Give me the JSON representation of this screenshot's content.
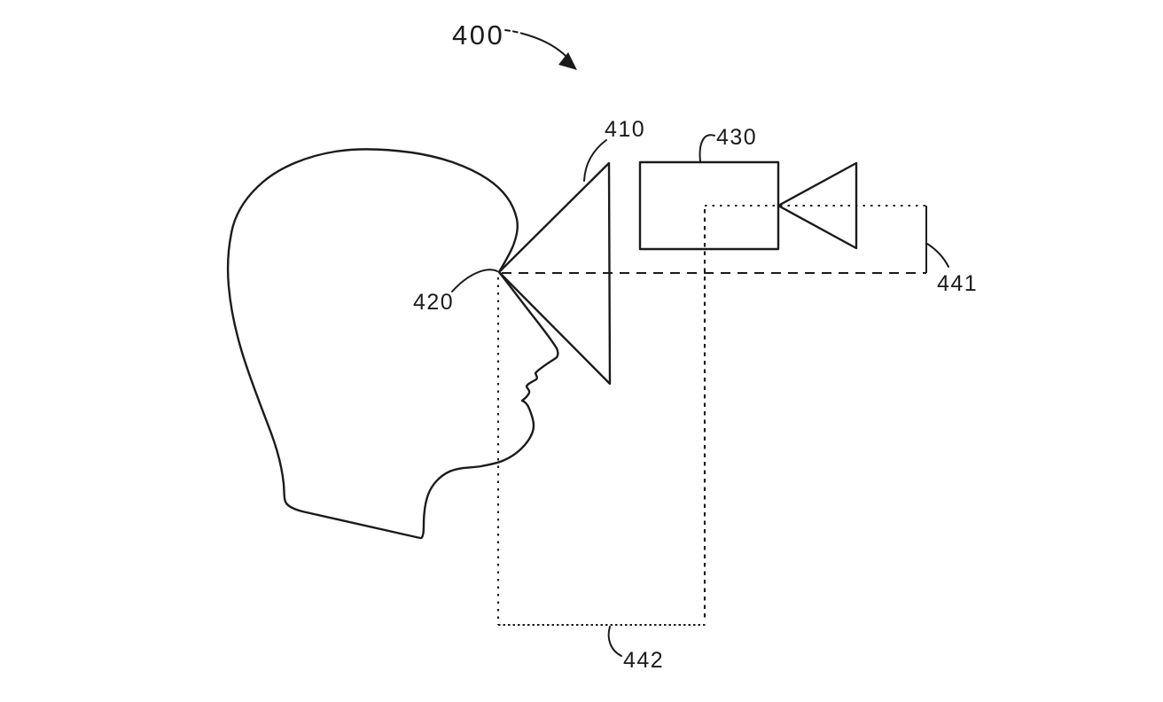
{
  "figure": {
    "labels": {
      "fig_ref": {
        "text": "400"
      },
      "display_cone": {
        "text": "410"
      },
      "eye": {
        "text": "420"
      },
      "projector": {
        "text": "430"
      },
      "beam_line": {
        "text": "441"
      },
      "projection_area": {
        "text": "442"
      }
    },
    "colors": {
      "ink": "#1b1b1b",
      "background": "#ffffff"
    }
  }
}
